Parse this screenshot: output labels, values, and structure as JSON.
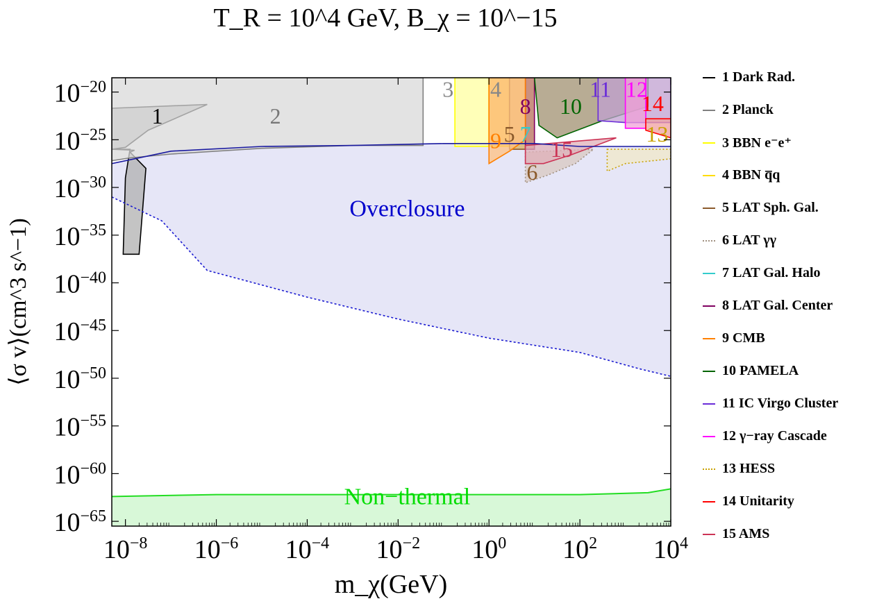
{
  "chart_data": {
    "type": "area",
    "title": "T_R = 10^4 GeV,  B_χ = 10^−15",
    "xlabel": "m_χ(GeV)",
    "ylabel": "⟨σ v⟩(cm^3 s^−1)",
    "x_scale": "log10",
    "y_scale": "log10",
    "xlim_log10": [
      -8.3,
      4
    ],
    "ylim_log10": [
      -65.5,
      -18.5
    ],
    "x_ticks": [
      "10^-8",
      "10^-6",
      "10^-4",
      "10^-2",
      "10^0",
      "10^2",
      "10^4"
    ],
    "y_ticks": [
      "10^-20",
      "10^-25",
      "10^-30",
      "10^-35",
      "10^-40",
      "10^-45",
      "10^-50",
      "10^-55",
      "10^-60",
      "10^-65"
    ],
    "x_tick_log10": [
      -8,
      -6,
      -4,
      -2,
      0,
      2,
      4
    ],
    "y_tick_log10": [
      -20,
      -25,
      -30,
      -35,
      -40,
      -45,
      -50,
      -55,
      -60,
      -65
    ],
    "legend_position": "right",
    "region_labels": [
      {
        "text": "Overclosure",
        "color": "#0000cc",
        "x_log10": -1.8,
        "y_log10": -33
      },
      {
        "text": "Non−thermal",
        "color": "#00dd00",
        "x_log10": -1.8,
        "y_log10": -63.2
      },
      {
        "text": "1",
        "color": "#000000",
        "x_log10": -7.3,
        "y_log10": -23.3
      },
      {
        "text": "2",
        "color": "#777777",
        "x_log10": -4.7,
        "y_log10": -23.3
      },
      {
        "text": "3",
        "color": "#888888",
        "x_log10": -0.9,
        "y_log10": -20.5
      },
      {
        "text": "4",
        "color": "#888888",
        "x_log10": 0.15,
        "y_log10": -20.5
      },
      {
        "text": "5",
        "color": "#8b5a2b",
        "x_log10": 0.45,
        "y_log10": -25.2
      },
      {
        "text": "6",
        "color": "#8b5a2b",
        "x_log10": 0.95,
        "y_log10": -29.2
      },
      {
        "text": "7",
        "color": "#33cccc",
        "x_log10": 0.8,
        "y_log10": -25.2
      },
      {
        "text": "8",
        "color": "#800060",
        "x_log10": 0.8,
        "y_log10": -22.3
      },
      {
        "text": "9",
        "color": "#ff8000",
        "x_log10": 0.15,
        "y_log10": -25.9
      },
      {
        "text": "10",
        "color": "#006400",
        "x_log10": 1.8,
        "y_log10": -22.3
      },
      {
        "text": "11",
        "color": "#6a2bd8",
        "x_log10": 2.45,
        "y_log10": -20.5
      },
      {
        "text": "12",
        "color": "#ff00ff",
        "x_log10": 3.25,
        "y_log10": -20.5
      },
      {
        "text": "13",
        "color": "#c8a000",
        "x_log10": 3.7,
        "y_log10": -25.2
      },
      {
        "text": "14",
        "color": "#ff0000",
        "x_log10": 3.6,
        "y_log10": -22.0
      },
      {
        "text": "15",
        "color": "#cc3355",
        "x_log10": 1.6,
        "y_log10": -26.8
      }
    ],
    "series": [
      {
        "name": "1 Dark Rad.",
        "color": "#000000",
        "fill": "#b0b0b0",
        "polygon": [
          [
            -8.3,
            -21.7
          ],
          [
            -6.2,
            -21.3
          ],
          [
            -7.5,
            -24
          ],
          [
            -8.0,
            -25.8
          ],
          [
            -8.3,
            -26.0
          ],
          [
            -7.9,
            -26.0
          ],
          [
            -8.0,
            -29.0
          ],
          [
            -8.05,
            -37.0
          ],
          [
            -7.7,
            -37.0
          ],
          [
            -7.55,
            -28.0
          ],
          [
            -7.9,
            -26.3
          ],
          [
            -7.8,
            -26.1
          ],
          [
            -8.3,
            -26.0
          ]
        ],
        "raw": [
          [
            -8.3,
            -21.7
          ],
          [
            -6.2,
            -21.3
          ],
          [
            -7.5,
            -24
          ],
          [
            -8.0,
            -25.8
          ],
          [
            -8.3,
            -26.0
          ],
          [
            -8.3,
            -37.2
          ],
          [
            -7.7,
            -37.2
          ],
          [
            -7.55,
            -28
          ],
          [
            -7.9,
            -26.1
          ]
        ]
      },
      {
        "name": "2 Planck",
        "color": "#808080",
        "fill": "#d9d9d9",
        "polygon": [
          [
            -8.3,
            -18.5
          ],
          [
            -1.45,
            -18.5
          ],
          [
            -1.45,
            -25.6
          ],
          [
            -3,
            -25.6
          ],
          [
            -5,
            -25.9
          ],
          [
            -7,
            -26.5
          ],
          [
            -7.9,
            -26.9
          ],
          [
            -8.3,
            -27.2
          ]
        ]
      },
      {
        "name": "3 BBN e⁻e⁺",
        "color": "#ffff00",
        "fill": "#ffffa0",
        "polygon": [
          [
            -0.75,
            -18.5
          ],
          [
            0.0,
            -18.5
          ],
          [
            0.0,
            -25.7
          ],
          [
            -0.75,
            -25.7
          ]
        ]
      },
      {
        "name": "4 BBN q̅q",
        "color": "#ffdd00",
        "fill": "#f5d040",
        "polygon": [
          [
            0.0,
            -18.5
          ],
          [
            0.45,
            -18.5
          ],
          [
            0.45,
            -25.7
          ],
          [
            0.0,
            -25.7
          ]
        ]
      },
      {
        "name": "5 LAT Sph. Gal.",
        "color": "#8b5a2b",
        "fill": "#d8b060",
        "polygon": [
          [
            0.45,
            -18.5
          ],
          [
            1.0,
            -18.5
          ],
          [
            1.0,
            -26.0
          ],
          [
            0.45,
            -26.0
          ]
        ]
      },
      {
        "name": "6 LAT γγ",
        "color": "#a09080",
        "dotted": true,
        "fill": "#d8c8c0",
        "polygon": [
          [
            0.8,
            -26.3
          ],
          [
            2.3,
            -26.0
          ],
          [
            1.9,
            -27.5
          ],
          [
            1.3,
            -28.7
          ],
          [
            0.8,
            -29.5
          ]
        ]
      },
      {
        "name": "7 LAT Gal. Halo",
        "color": "#33cccc",
        "fill": "#a0e0e0",
        "polygon": []
      },
      {
        "name": "8 LAT Gal. Center",
        "color": "#800060",
        "fill": "#c08080",
        "polygon": [
          [
            0.8,
            -18.5
          ],
          [
            1.0,
            -18.5
          ],
          [
            1.0,
            -26.0
          ],
          [
            0.8,
            -26.0
          ]
        ]
      },
      {
        "name": "9 CMB",
        "color": "#ff8000",
        "fill": "#ffc080",
        "polygon": [
          [
            0.0,
            -18.5
          ],
          [
            0.8,
            -18.5
          ],
          [
            0.8,
            -25.0
          ],
          [
            0.45,
            -26.2
          ],
          [
            0.0,
            -27.5
          ]
        ]
      },
      {
        "name": "10 PAMELA",
        "color": "#006400",
        "fill": "#a09070",
        "polygon": [
          [
            1.0,
            -18.5
          ],
          [
            3.5,
            -18.5
          ],
          [
            3.5,
            -21.5
          ],
          [
            2.5,
            -23.0
          ],
          [
            1.5,
            -24.8
          ],
          [
            1.1,
            -23.5
          ]
        ]
      },
      {
        "name": "11 IC Virgo Cluster",
        "color": "#6a2bd8",
        "fill": "#c0a0d0",
        "polygon": [
          [
            2.4,
            -18.5
          ],
          [
            4.0,
            -18.5
          ],
          [
            4.0,
            -23.2
          ],
          [
            3.0,
            -23.2
          ],
          [
            2.4,
            -23.0
          ]
        ]
      },
      {
        "name": "12 γ−ray Cascade",
        "color": "#ff00ff",
        "fill": "#f0a0d8",
        "polygon": [
          [
            3.0,
            -18.5
          ],
          [
            3.45,
            -18.5
          ],
          [
            3.45,
            -23.8
          ],
          [
            3.0,
            -23.8
          ]
        ]
      },
      {
        "name": "13 HESS",
        "color": "#c8a000",
        "dotted": true,
        "fill": "#f0e8c8",
        "polygon": [
          [
            2.6,
            -26.0
          ],
          [
            4.0,
            -26.0
          ],
          [
            4.0,
            -27.0
          ],
          [
            3.6,
            -27.2
          ],
          [
            3.0,
            -27.5
          ],
          [
            2.6,
            -28.3
          ]
        ]
      },
      {
        "name": "14 Unitarity",
        "color": "#ff0000",
        "fill": "#f0a0a0",
        "polygon": [
          [
            3.45,
            -22.8
          ],
          [
            4.0,
            -22.8
          ],
          [
            4.0,
            -24.8
          ],
          [
            3.45,
            -24.0
          ]
        ]
      },
      {
        "name": "15 AMS",
        "color": "#cc3355",
        "fill": "#e0b0b8",
        "polygon": [
          [
            0.8,
            -25.6
          ],
          [
            2.8,
            -24.8
          ],
          [
            2.3,
            -25.7
          ],
          [
            1.8,
            -26.6
          ],
          [
            1.2,
            -27.5
          ],
          [
            0.8,
            -27.5
          ]
        ]
      }
    ],
    "overclosure_line": [
      [
        -8.3,
        -27.5
      ],
      [
        -7,
        -26.2
      ],
      [
        -5,
        -25.7
      ],
      [
        -3,
        -25.6
      ],
      [
        -1,
        -25.4
      ],
      [
        1,
        -25.4
      ],
      [
        2,
        -25.7
      ],
      [
        4,
        -25.7
      ]
    ],
    "overclosure_dotted_line": [
      [
        -8.3,
        -31.0
      ],
      [
        -7.2,
        -33.5
      ],
      [
        -6.2,
        -38.7
      ],
      [
        -4.0,
        -41.5
      ],
      [
        -2,
        -43.8
      ],
      [
        0,
        -45.8
      ],
      [
        2,
        -47.3
      ],
      [
        3.3,
        -49.0
      ],
      [
        4,
        -49.8
      ]
    ],
    "nonthermal_line": [
      [
        -8.3,
        -62.4
      ],
      [
        -6,
        -62.2
      ],
      [
        -2,
        -62.2
      ],
      [
        2,
        -62.2
      ],
      [
        3.5,
        -62.0
      ],
      [
        4,
        -61.6
      ]
    ]
  }
}
